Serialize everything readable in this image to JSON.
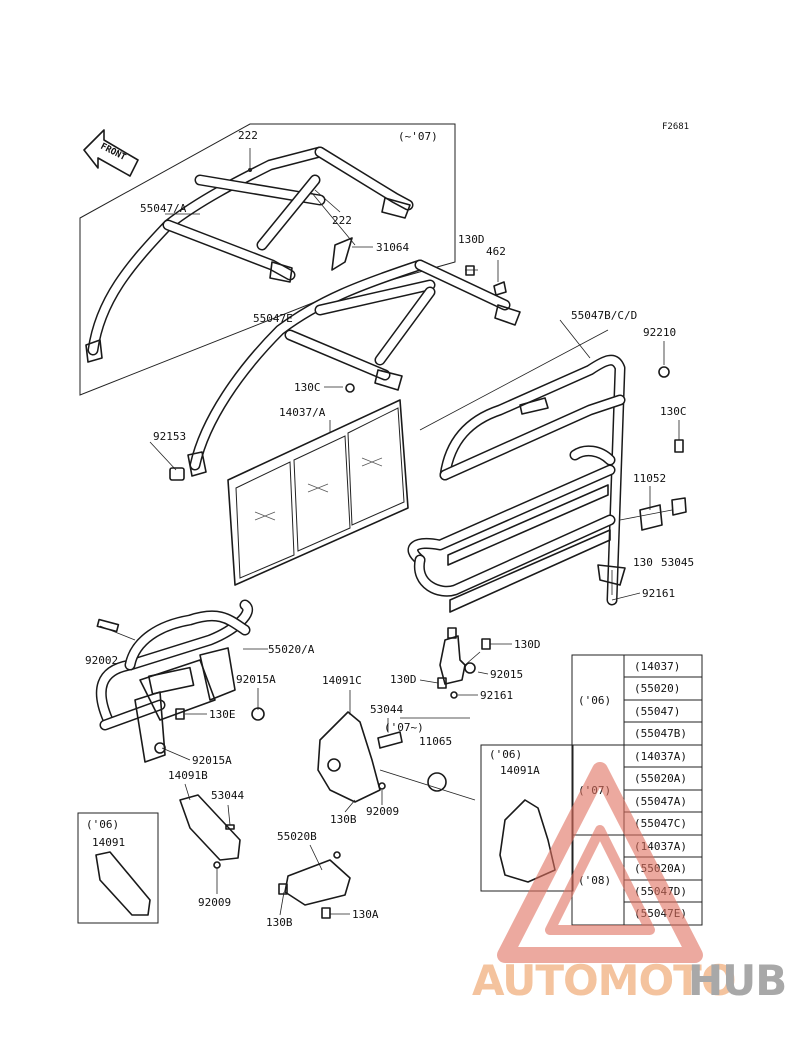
{
  "figure_code": "F2681",
  "front_marker": "FRONT",
  "labels": {
    "p222_top": "222",
    "to07": "(~'07)",
    "p55047A": "55047/A",
    "p222_mid": "222",
    "p31064": "31064",
    "p130D_top": "130D",
    "p462": "462",
    "p55047E": "55047E",
    "p55047BCD": "55047B/C/D",
    "p92210": "92210",
    "p130C_left": "130C",
    "p14037A": "14037/A",
    "p92153": "92153",
    "p130C_right": "130C",
    "p11052": "11052",
    "p130_right": "130",
    "p53045": "53045",
    "p92161_right": "92161",
    "p92002": "92002",
    "p55020A": "55020/A",
    "p130D_mid": "130D",
    "p92015_mid": "92015",
    "p92015A_top": "92015A",
    "p130D_left": "130D",
    "p92161_mid": "92161",
    "p130E": "130E",
    "p14091C": "14091C",
    "p53044_mid": "53044",
    "p07on": "('07~)",
    "p11065": "11065",
    "p92015A_bot": "92015A",
    "p14091B": "14091B",
    "p53044_low": "53044",
    "p130B_mid": "130B",
    "p92009_mid": "92009",
    "p06_left": "('06)",
    "p14091": "14091",
    "p55020B": "55020B",
    "p92009_low": "92009",
    "p130B_low": "130B",
    "p130A": "130A",
    "p06_box": "('06)",
    "p14091A": "14091A"
  },
  "year_table": [
    {
      "year": "('06)",
      "parts": [
        "(14037)",
        "(55020)",
        "(55047)",
        "(55047B)"
      ]
    },
    {
      "year": "('07)",
      "parts": [
        "(14037A)",
        "(55020A)",
        "(55047A)",
        "(55047C)"
      ]
    },
    {
      "year": "('08)",
      "parts": [
        "(14037A)",
        "(55020A)",
        "(55047D)",
        "(55047E)"
      ]
    }
  ],
  "watermark": {
    "brand_a": "AUTOMOTO",
    "brand_b": "HUB",
    "color_accent": "#e07060",
    "color_text_a": "#f3b98e",
    "color_text_b": "#9a9a9a"
  }
}
